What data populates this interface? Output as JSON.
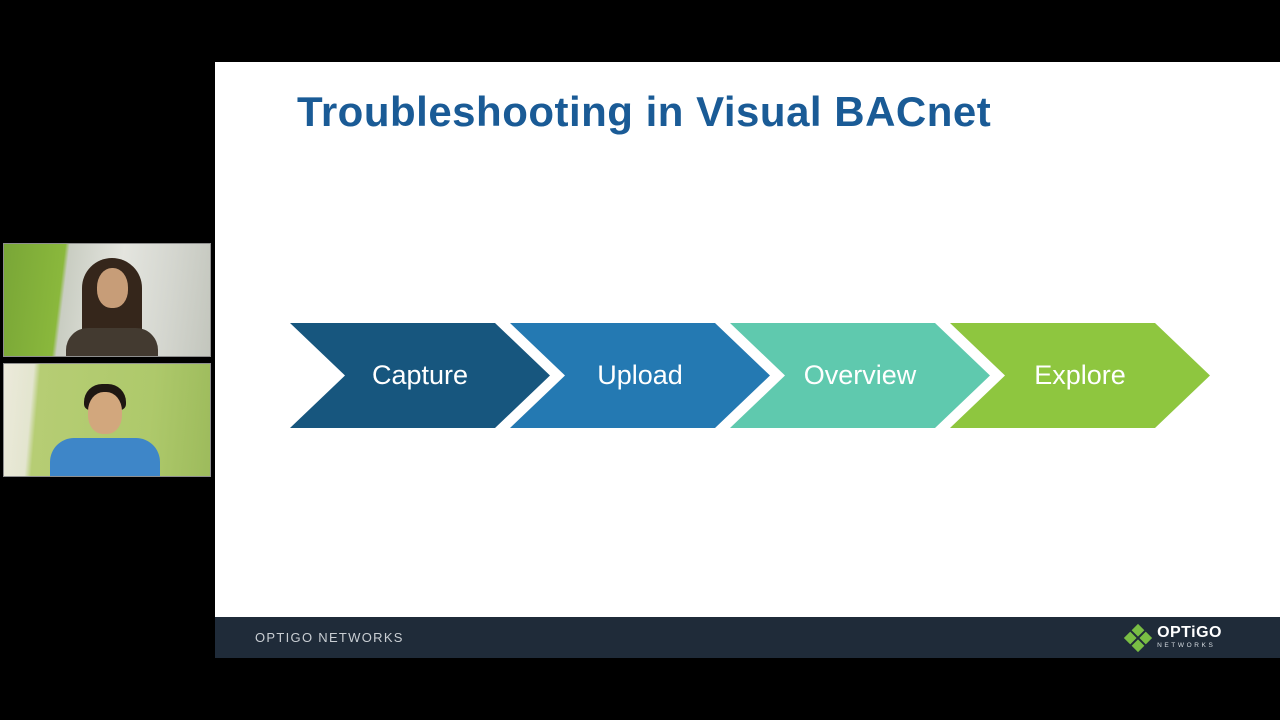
{
  "window": {
    "background": "#000000"
  },
  "webcams": [
    {
      "name": "webcam-top",
      "description": "Presenter webcam: woman with long brown hair, green wall at left"
    },
    {
      "name": "webcam-bottom",
      "description": "Presenter webcam: man in blue shirt against green wall"
    }
  ],
  "slide": {
    "title": "Troubleshooting in Visual BACnet",
    "title_color": "#1a5b96",
    "background": "#ffffff"
  },
  "process": {
    "steps": [
      {
        "label": "Capture",
        "color": "#17567e"
      },
      {
        "label": "Upload",
        "color": "#2479b2"
      },
      {
        "label": "Overview",
        "color": "#5fc9ae"
      },
      {
        "label": "Explore",
        "color": "#8ec63f"
      }
    ]
  },
  "footer": {
    "company_text": "OPTIGO NETWORKS",
    "background": "#1f2b39",
    "logo": {
      "icon": "diamond-cluster-icon",
      "icon_color": "#79bd44",
      "brand": "OPTiGO",
      "subtext": "NETWORKS"
    }
  }
}
